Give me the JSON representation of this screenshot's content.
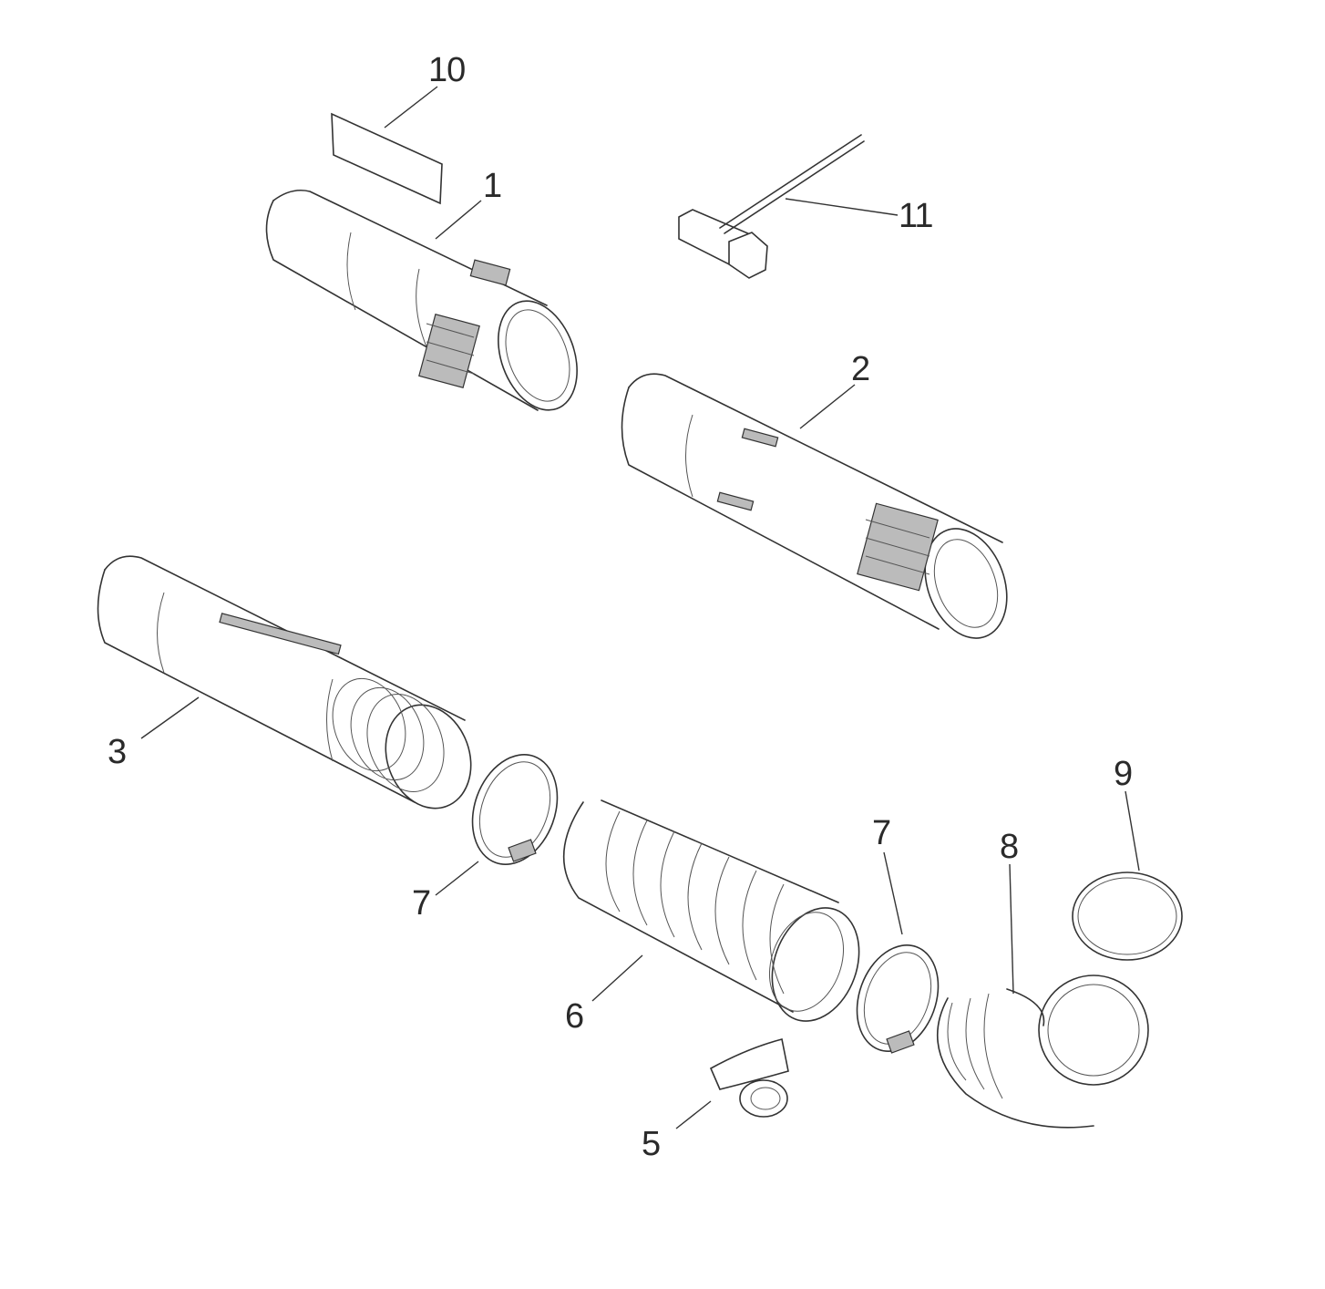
{
  "callouts": [
    {
      "id": "10",
      "text": "10"
    },
    {
      "id": "1",
      "text": "1"
    },
    {
      "id": "11",
      "text": "11"
    },
    {
      "id": "2",
      "text": "2"
    },
    {
      "id": "3",
      "text": "3"
    },
    {
      "id": "7a",
      "text": "7"
    },
    {
      "id": "6",
      "text": "6"
    },
    {
      "id": "7b",
      "text": "7"
    },
    {
      "id": "8",
      "text": "8"
    },
    {
      "id": "9",
      "text": "9"
    },
    {
      "id": "5",
      "text": "5"
    }
  ]
}
